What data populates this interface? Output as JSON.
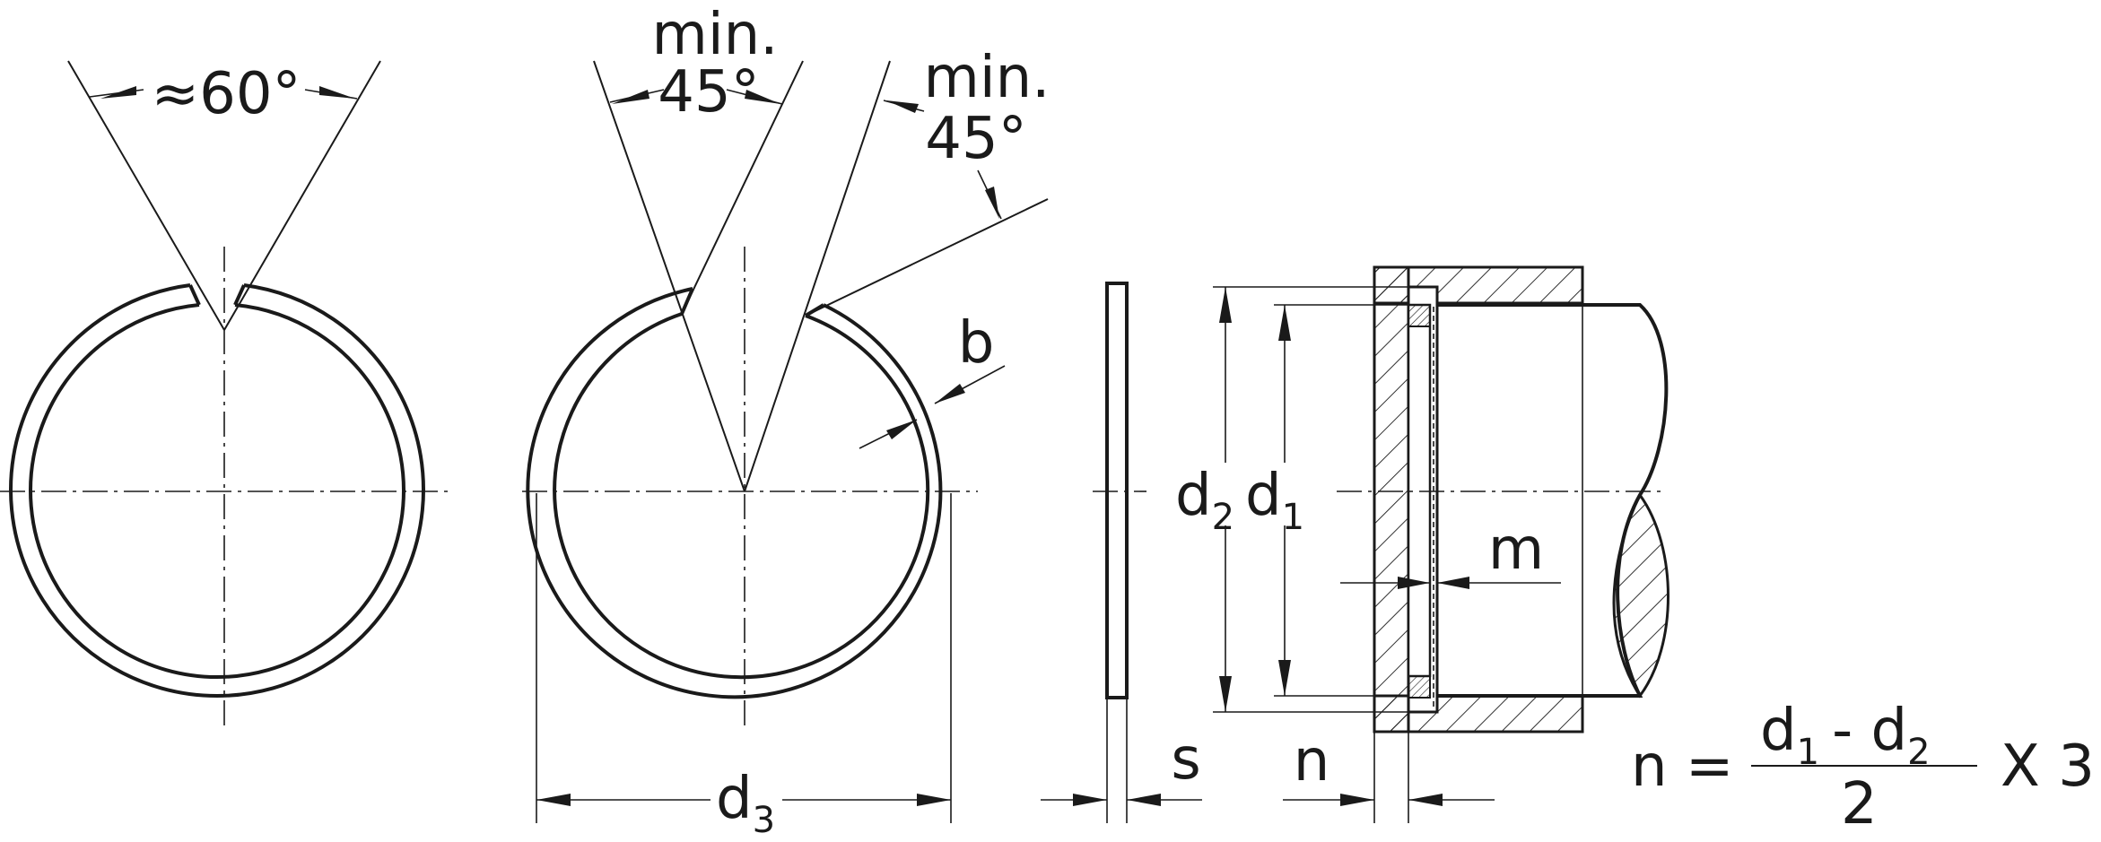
{
  "diagram": {
    "angle_60": "≈60°",
    "min_a": "min.",
    "deg45_a": "45°",
    "min_b": "min.",
    "deg45_b": "45°",
    "b": "b",
    "d3_main": "d",
    "d3_sub": "3",
    "s": "s",
    "n": "n",
    "d2_main": "d",
    "d2_sub": "2",
    "d1_main": "d",
    "d1_sub": "1",
    "m": "m",
    "formula": {
      "lhs": "n =",
      "num_d1": "d",
      "num_d1_sub": "1",
      "num_minus": "- d",
      "num_d2_sub": "2",
      "den": "2",
      "times": "X 3"
    }
  }
}
